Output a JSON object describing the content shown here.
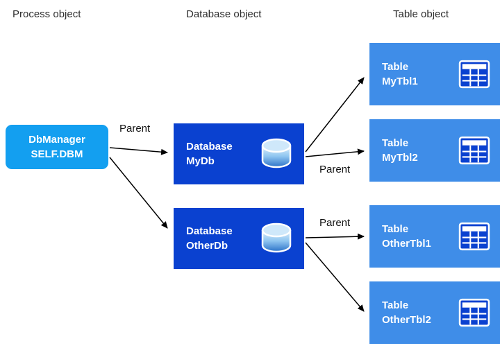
{
  "diagram": {
    "headers": [
      {
        "label": "Process object"
      },
      {
        "label": "Database object"
      },
      {
        "label": "Table object"
      }
    ],
    "process": {
      "line1": "DbManager",
      "line2": "SELF.DBM"
    },
    "databases": [
      {
        "line1": "Database",
        "line2": "MyDb"
      },
      {
        "line1": "Database",
        "line2": "OtherDb"
      }
    ],
    "tables": [
      {
        "line1": "Table",
        "line2": "MyTbl1"
      },
      {
        "line1": "Table",
        "line2": "MyTbl2"
      },
      {
        "line1": "Table",
        "line2": "OtherTbl1"
      },
      {
        "line1": "Table",
        "line2": "OtherTbl2"
      }
    ],
    "edge_labels": [
      {
        "label": "Parent"
      },
      {
        "label": "Parent"
      },
      {
        "label": "Parent"
      }
    ]
  },
  "colors": {
    "process_fill": "#139ff0",
    "database_fill": "#0a41d0",
    "table_fill": "#3f8de8",
    "node_text": "#ffffff",
    "arrow": "#000000"
  }
}
